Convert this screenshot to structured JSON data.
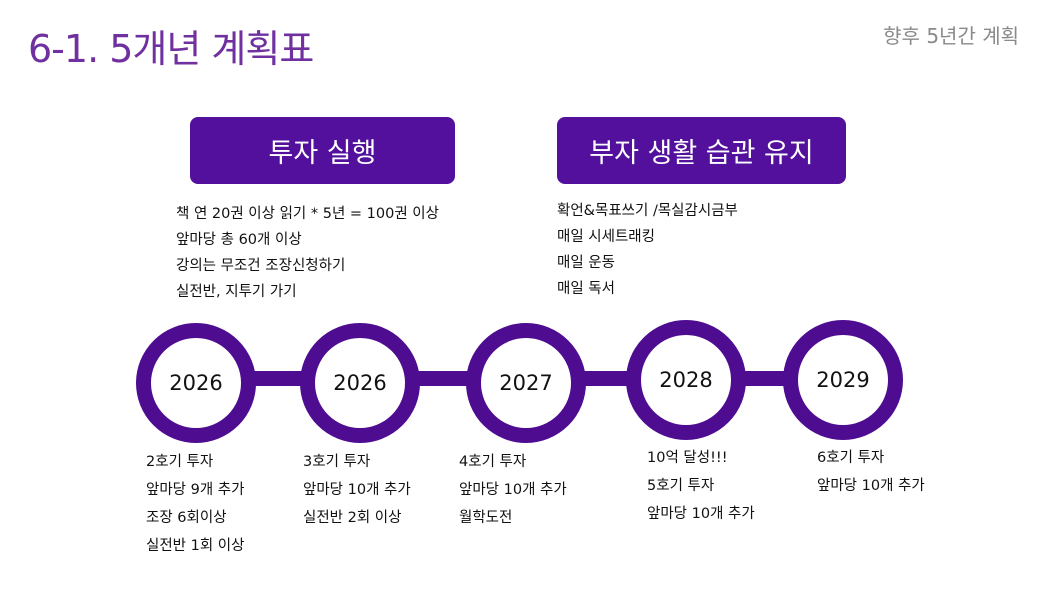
{
  "title": "6-1. 5개년 계획표",
  "subtitle": "향후 5년간 계획",
  "invest": {
    "label": "투자 실행",
    "items": [
      "책 연 20권 이상 읽기 * 5년 = 100권 이상",
      "앞마당 총 60개 이상",
      "강의는 무조건 조장신청하기",
      "실전반, 지투기 가기"
    ]
  },
  "habit": {
    "label": "부자 생활 습관 유지",
    "items": [
      "확언&목표쓰기 /목실감시금부",
      "매일 시세트래킹",
      "매일 운동",
      "매일 독서"
    ]
  },
  "milestones": [
    {
      "year": "2026",
      "items": [
        "2호기 투자",
        "앞마당 9개 추가",
        "조장 6회이상",
        "실전반 1회 이상"
      ]
    },
    {
      "year": "2026",
      "items": [
        "3호기 투자",
        "앞마당 10개 추가",
        "실전반 2회 이상"
      ]
    },
    {
      "year": "2027",
      "items": [
        "4호기 투자",
        "앞마당 10개 추가",
        "월학도전"
      ]
    },
    {
      "year": "2028",
      "items": [
        "10억 달성!!!",
        "5호기 투자",
        "앞마당 10개 추가"
      ]
    },
    {
      "year": "2029",
      "items": [
        "6호기 투자",
        "앞마당 10개 추가"
      ]
    }
  ],
  "colors": {
    "title": "#7030a0",
    "accent": "#4e0c91"
  }
}
